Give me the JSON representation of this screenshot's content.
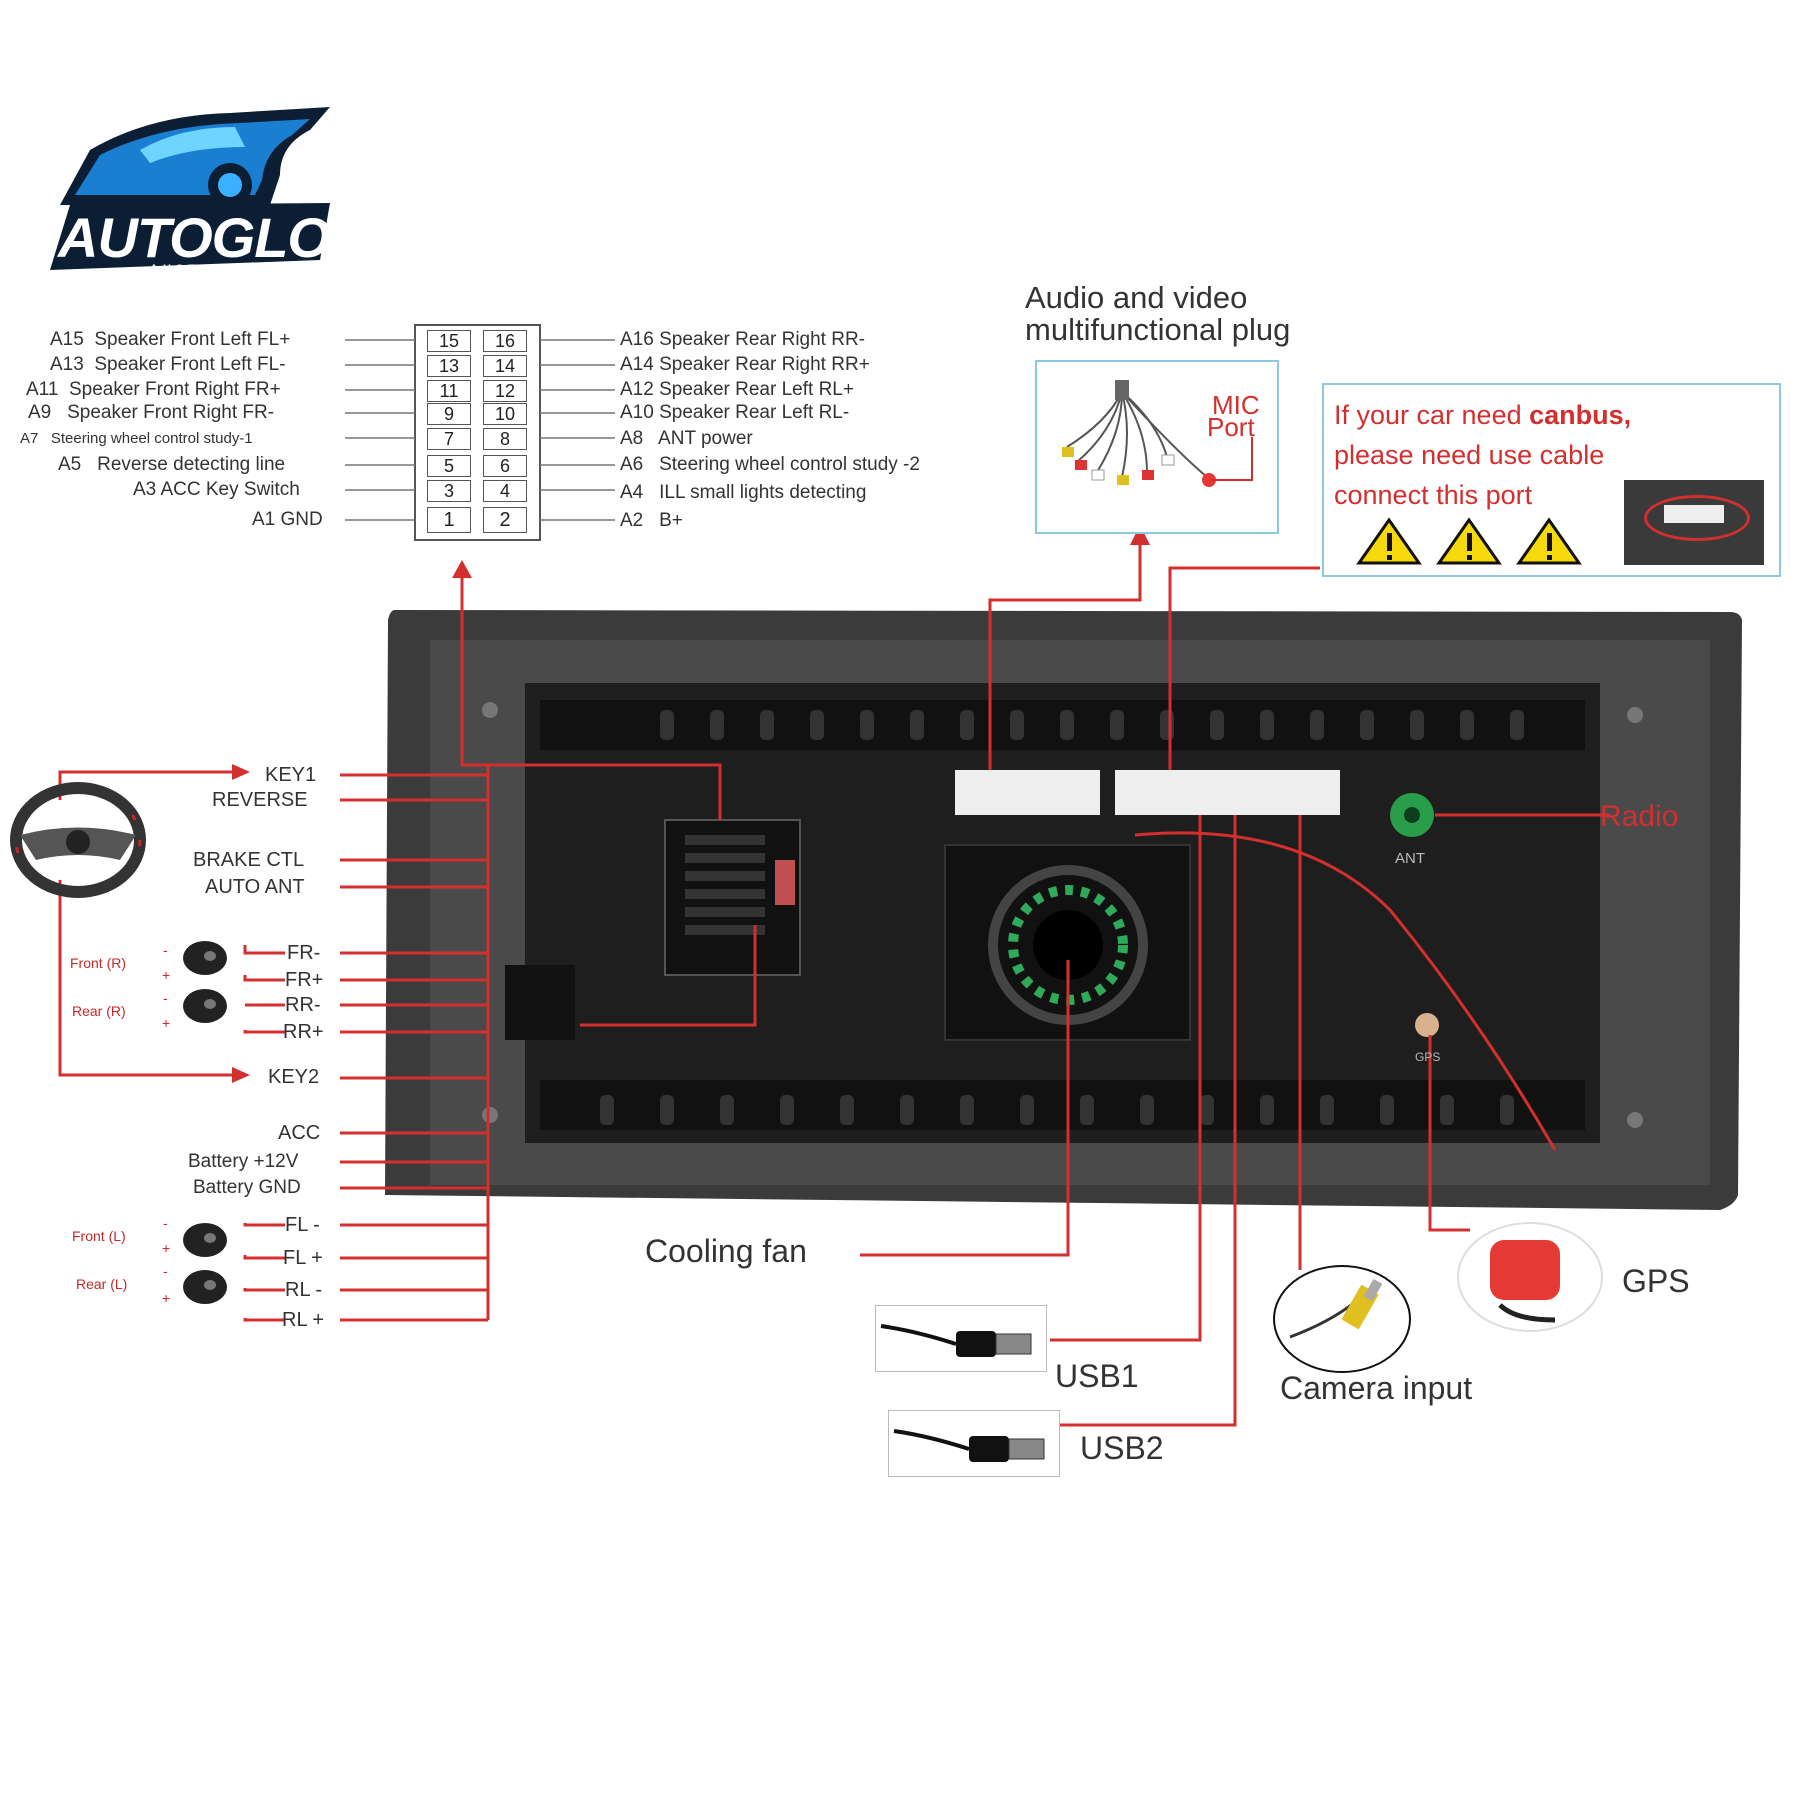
{
  "logo": {
    "brand": "AUTOGLO",
    "sub": "AUSTRALIA"
  },
  "connector": {
    "left_pins": [
      {
        "code": "A15",
        "desc": "Speaker Front Left FL+"
      },
      {
        "code": "A13",
        "desc": "Speaker Front Left FL-"
      },
      {
        "code": "A11",
        "desc": "Speaker Front Right FR+"
      },
      {
        "code": "A9",
        "desc": "Speaker Front Right FR-"
      },
      {
        "code": "A7",
        "desc": "Steering wheel control study-1"
      },
      {
        "code": "A5",
        "desc": "Reverse detecting line"
      },
      {
        "code": "A3",
        "desc": "ACC Key Switch"
      },
      {
        "code": "A1",
        "desc": "GND"
      }
    ],
    "right_pins": [
      {
        "code": "A16",
        "desc": "Speaker Rear Right RR-"
      },
      {
        "code": "A14",
        "desc": "Speaker Rear Right RR+"
      },
      {
        "code": "A12",
        "desc": "Speaker Rear Left RL+"
      },
      {
        "code": "A10",
        "desc": "Speaker Rear Left RL-"
      },
      {
        "code": "A8",
        "desc": "ANT power"
      },
      {
        "code": "A6",
        "desc": "Steering wheel control study -2"
      },
      {
        "code": "A4",
        "desc": "ILL small lights detecting"
      },
      {
        "code": "A2",
        "desc": "B+"
      }
    ],
    "numbers": [
      [
        "15",
        "16"
      ],
      [
        "13",
        "14"
      ],
      [
        "11",
        "12"
      ],
      [
        "9",
        "10"
      ],
      [
        "7",
        "8"
      ],
      [
        "5",
        "6"
      ],
      [
        "3",
        "4"
      ],
      [
        "1",
        "2"
      ]
    ]
  },
  "av_plug": {
    "title_line1": "Audio and video",
    "title_line2": "multifunctional plug",
    "mic_line1": "MIC",
    "mic_line2": "Port"
  },
  "canbus_note": {
    "line1_prefix": "If your car need ",
    "line1_bold": "canbus,",
    "line2": "please need use cable",
    "line3": "connect this port"
  },
  "harness_labels": {
    "key1": "KEY1",
    "reverse": "REVERSE",
    "brake": "BRAKE CTL",
    "auto_ant": "AUTO ANT",
    "fr_minus": "FR-",
    "fr_plus": "FR+",
    "rr_minus": "RR-",
    "rr_plus": "RR+",
    "key2": "KEY2",
    "acc": "ACC",
    "battery12": "Battery +12V",
    "battery_gnd": "Battery GND",
    "fl_minus": "FL -",
    "fl_plus": "FL +",
    "rl_minus": "RL -",
    "rl_plus": "RL +"
  },
  "speakers": {
    "front_r": "Front (R)",
    "rear_r": "Rear (R)",
    "front_l": "Front (L)",
    "rear_l": "Rear (L)",
    "minus": "-",
    "plus": "+"
  },
  "unit": {
    "radio": "Radio",
    "ant": "ANT",
    "gps_small": "GPS"
  },
  "ports": {
    "cooling_fan": "Cooling fan",
    "usb1": "USB1",
    "usb2": "USB2",
    "camera": "Camera input",
    "gps": "GPS"
  },
  "colors": {
    "accent": "#d32f2f",
    "panel": "#2a2a2a",
    "frame_blue": "#7fc7e0"
  }
}
